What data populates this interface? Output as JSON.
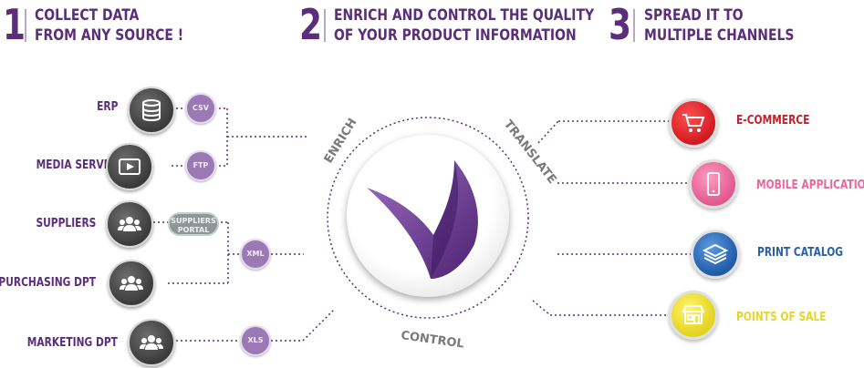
{
  "steps": [
    {
      "number": "1",
      "line1": "COLLECT DATA",
      "line2": "FROM ANY SOURCE !"
    },
    {
      "number": "2",
      "line1": "ENRICH AND CONTROL THE QUALITY",
      "line2": "OF YOUR PRODUCT INFORMATION"
    },
    {
      "number": "3",
      "line1": "SPREAD IT TO",
      "line2": "MULTIPLE CHANNELS"
    }
  ],
  "sources": [
    {
      "label": "ERP",
      "icon": "database-icon"
    },
    {
      "label": "MEDIA SERVER",
      "icon": "play-icon"
    },
    {
      "label": "SUPPLIERS",
      "icon": "people-icon"
    },
    {
      "label": "PURCHASING DPT",
      "icon": "people-icon"
    },
    {
      "label": "MARKETING DPT",
      "icon": "people-icon"
    }
  ],
  "formats": {
    "csv": "CSV",
    "ftp": "FTP",
    "portal_line1": "SUPPLIERS",
    "portal_line2": "PORTAL",
    "xml": "XML",
    "xls": "XLS"
  },
  "hub_words": {
    "enrich": "ENRICH",
    "translate": "TRANSLATE",
    "control": "CONTROL"
  },
  "channels": [
    {
      "label": "E-COMMERCE",
      "icon": "cart-icon",
      "color": "#e4252b",
      "text_color": "#c8202a"
    },
    {
      "label": "MOBILE APPLICATION",
      "icon": "phone-icon",
      "color": "#e9679a",
      "text_color": "#e9679a"
    },
    {
      "label": "PRINT CATALOG",
      "icon": "layers-icon",
      "color": "#2f6db5",
      "text_color": "#2a5fa6"
    },
    {
      "label": "POINTS OF SALE",
      "icon": "shop-icon",
      "color": "#eee03c",
      "text_color": "#e6d42a"
    }
  ],
  "colors": {
    "brand_purple": "#5c2d7a",
    "badge_purple": "#9a79b5",
    "connector": "#5c2d7a"
  }
}
